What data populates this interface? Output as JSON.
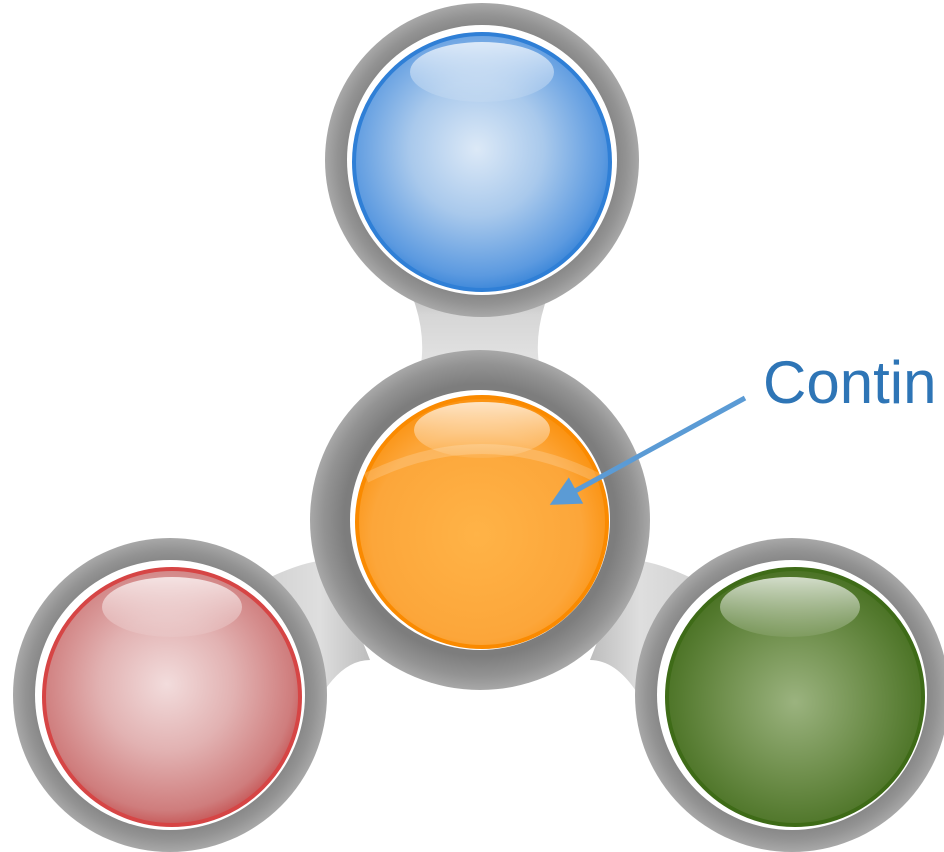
{
  "diagram": {
    "label": "Contin",
    "label_color": "#2e75b6",
    "arrow_color": "#5b9bd5",
    "frame_color": "#8c8c8c",
    "connector_color": "#cfcfcf",
    "orbs": [
      {
        "name": "blue-orb",
        "color": "#2f7fd6",
        "light": "#dce9f7"
      },
      {
        "name": "orange-orb",
        "color": "#fa8a00",
        "light": "#ffb347"
      },
      {
        "name": "red-orb",
        "color": "#d64545",
        "light": "#f2dcdc"
      },
      {
        "name": "green-orb",
        "color": "#3e6b17",
        "light": "#9bb37f"
      }
    ]
  }
}
